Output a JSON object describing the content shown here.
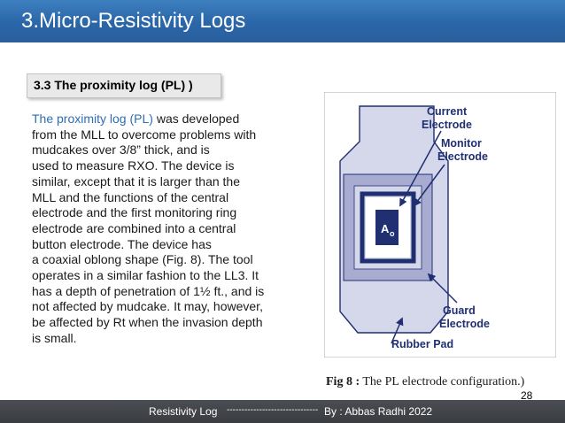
{
  "slide": {
    "title": "3.Micro-Resistivity Logs",
    "subtitle": "3.3 The proximity log (PL) )",
    "body": {
      "highlight": "The proximity log (PL)",
      "lines": [
        " was developed",
        "from the MLL to overcome problems with",
        "mudcakes over 3/8” thick, and is",
        "used to measure RXO. The device is",
        "similar, except that it is larger than the",
        "MLL and the functions of the central",
        "electrode and the first monitoring ring",
        "electrode are combined into a central",
        "button electrode. The device has",
        "a coaxial oblong shape (Fig. 8). The tool",
        "operates in a similar fashion to the LL3. It",
        "has a depth of penetration of 1½ ft., and is",
        "not affected by mudcake. It may, however,",
        "be affected by Rt when the invasion depth",
        "is small."
      ]
    },
    "figure": {
      "labels": {
        "current_1": "Current",
        "current_2": "Electrode",
        "monitor_1": "Monitor",
        "monitor_2": "Electrode",
        "center": "A",
        "center_sub": "o",
        "guard_1": "Guard",
        "guard_2": "Electrode",
        "rubber": "Rubber Pad"
      },
      "caption_bold": "Fig 8 :",
      "caption_text": " The PL electrode configuration.)"
    },
    "page_number": "28",
    "footer": {
      "left": "Resistivity Log",
      "dashes": "-------------------------------",
      "right": "By : Abbas Radhi  2022"
    }
  },
  "colors": {
    "title_bar": "#2a66a8",
    "highlight": "#2e6db3",
    "navy": "#1f2f72",
    "pad_fill": "#d5d7ea",
    "guard_fill": "#a9acd1",
    "footer_bar": "#3a3c40"
  }
}
